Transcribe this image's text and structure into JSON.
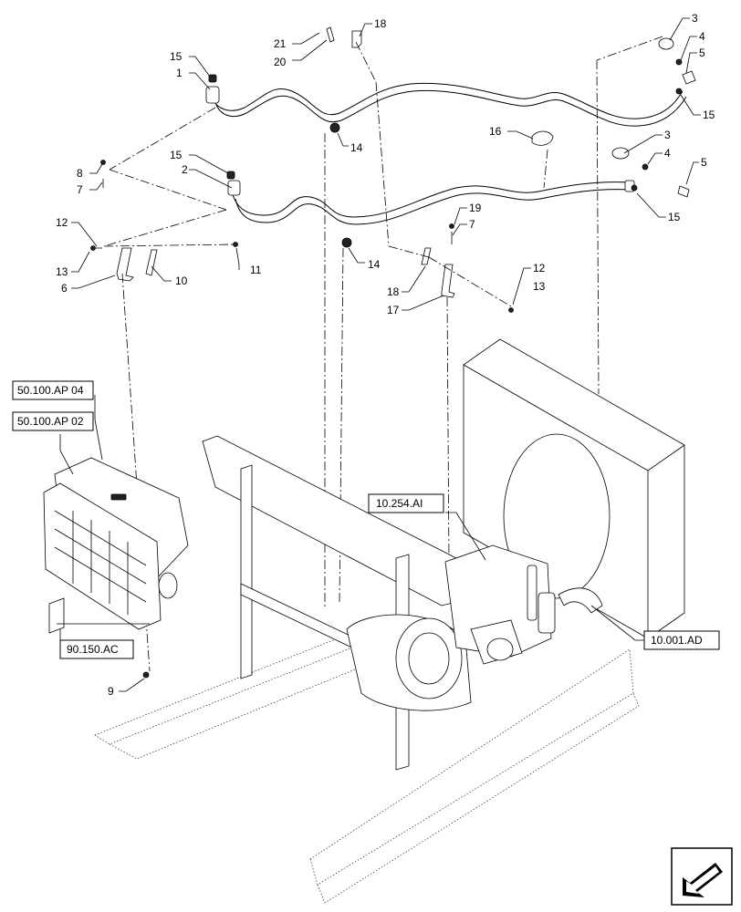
{
  "callouts": {
    "c1": "1",
    "c2": "2",
    "c3a": "3",
    "c3b": "3",
    "c4a": "4",
    "c4b": "4",
    "c5a": "5",
    "c5b": "5",
    "c6": "6",
    "c7a": "7",
    "c7b": "7",
    "c8": "8",
    "c9": "9",
    "c10": "10",
    "c11": "11",
    "c12a": "12",
    "c12b": "12",
    "c13a": "13",
    "c13b": "13",
    "c14a": "14",
    "c14b": "14",
    "c15a": "15",
    "c15b": "15",
    "c15c": "15",
    "c15d": "15",
    "c16": "16",
    "c17": "17",
    "c18a": "18",
    "c18b": "18",
    "c19": "19",
    "c20": "20",
    "c21": "21"
  },
  "references": {
    "ref_ap04": "50.100.AP 04",
    "ref_ap02": "50.100.AP 02",
    "ref_ac": "90.150.AC",
    "ref_ai": "10.254.AI",
    "ref_ad": "10.001.AD"
  },
  "icons": {
    "nav": "next-page-arrow-icon"
  },
  "colors": {
    "line": "#000000",
    "background": "#ffffff"
  }
}
